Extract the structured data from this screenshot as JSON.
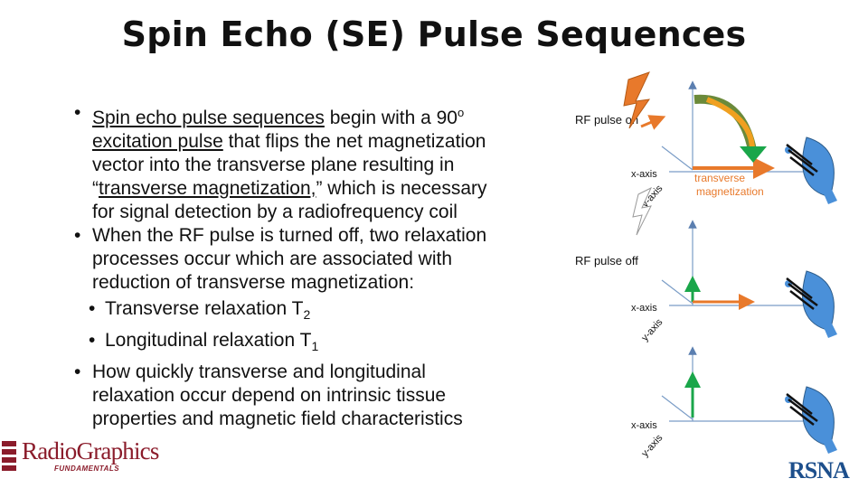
{
  "title": "Spin Echo (SE) Pulse Sequences",
  "bullets": {
    "b1": {
      "pre": "Spin echo pulse sequences",
      "mid1": " begin with a 90",
      "sup": "o",
      "line2u": "excitation pulse",
      "line2": " that flips the net magnetization",
      "line3": "vector into the transverse plane resulting in",
      "line4q": "“",
      "line4u": "transverse magnetization,",
      "line4": "” which is necessary",
      "line5": "for signal detection by a radiofrequency coil"
    },
    "b2": {
      "line1": "When the RF pulse is turned off, two relaxation",
      "line2": "processes occur which are associated with",
      "line3": "reduction of transverse magnetization:"
    },
    "sub1": {
      "text": "Transverse relaxation T",
      "subscript": "2"
    },
    "sub2": {
      "text": "Longitudinal relaxation T",
      "subscript": "1"
    },
    "b3": {
      "line1": "How quickly transverse and longitudinal",
      "line2": "relaxation occur depend on intrinsic tissue",
      "line3": "properties and magnetic field characteristics"
    }
  },
  "diagram": {
    "rf_on": "RF pulse on",
    "rf_off": "RF pulse off",
    "x_axis": "x-axis",
    "y_axis": "y-axis",
    "transverse1": "transverse",
    "transverse2": "magnetization",
    "colors": {
      "orange": "#e8792b",
      "green": "#1aa64a",
      "blue": "#4a90d9",
      "axis": "#7a9cc6"
    }
  },
  "logos": {
    "radiographics": "RadioGraphics",
    "radiographics_sub": "FUNDAMENTALS",
    "rsna": "RSNA"
  }
}
